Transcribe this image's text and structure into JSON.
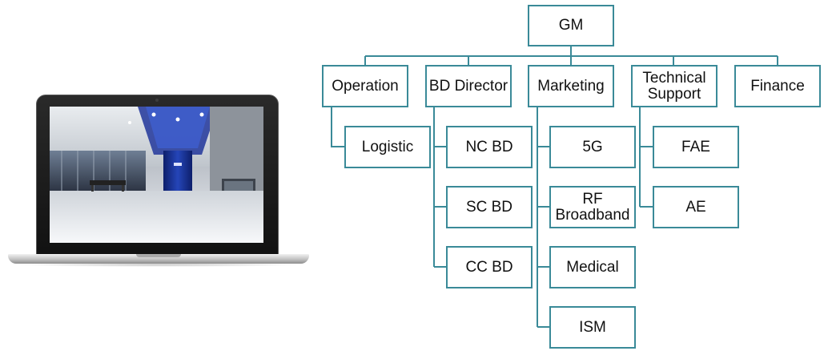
{
  "colors": {
    "border": "#3a8a98",
    "connector": "#3a8a98",
    "text": "#111111"
  },
  "org_chart": {
    "root": "GM",
    "departments": [
      "Operation",
      "BD Director",
      "Marketing",
      "Technical\nSupport",
      "Finance"
    ],
    "operation_children": [
      "Logistic"
    ],
    "bd_children": [
      "NC BD",
      "SC BD",
      "CC BD"
    ],
    "marketing_children": [
      "5G",
      "RF\nBroadband",
      "Medical",
      "ISM"
    ],
    "technical_children": [
      "FAE",
      "AE"
    ]
  },
  "edges": [
    [
      "GM",
      "Operation"
    ],
    [
      "GM",
      "BD Director"
    ],
    [
      "GM",
      "Marketing"
    ],
    [
      "GM",
      "Technical Support"
    ],
    [
      "GM",
      "Finance"
    ],
    [
      "Operation",
      "Logistic"
    ],
    [
      "BD Director",
      "NC BD"
    ],
    [
      "BD Director",
      "SC BD"
    ],
    [
      "BD Director",
      "CC BD"
    ],
    [
      "Marketing",
      "5G"
    ],
    [
      "Marketing",
      "RF Broadband"
    ],
    [
      "Marketing",
      "Medical"
    ],
    [
      "Marketing",
      "ISM"
    ],
    [
      "Technical Support",
      "FAE"
    ],
    [
      "Technical Support",
      "AE"
    ]
  ],
  "image": {
    "subject": "laptop-office-photo-icon"
  }
}
